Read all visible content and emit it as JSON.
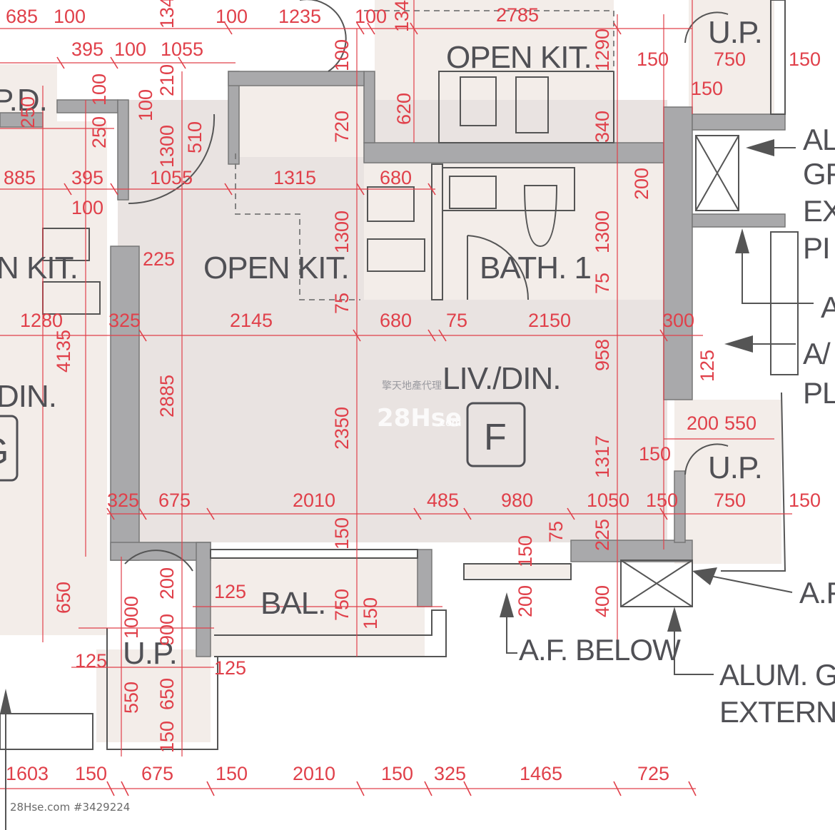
{
  "rooms": {
    "open_kit_top": "OPEN KIT.",
    "open_kit_main": "OPEN KIT.",
    "open_kit_left": "N KIT.",
    "pd": "P.D.",
    "bath": "BATH. 1",
    "liv_din": "LIV./DIN.",
    "din_left": "DIN.",
    "bal": "BAL.",
    "up_top_right": "U.P.",
    "up_mid_right": "U.P.",
    "up_bottom": "U.P."
  },
  "unit_letter": "F",
  "unit_letter_left": "G",
  "notes": {
    "af_below": "A.F. BELOW",
    "alum_line1": "ALUM. G",
    "alum_line2": "EXTERNA",
    "af_right": "A.F",
    "right_al": "AL",
    "right_gr": "GF",
    "right_ex": "EX",
    "right_pi": "PI",
    "right_a1": "A",
    "right_a2": "A/",
    "right_pl": "PL"
  },
  "watermark": {
    "agent": "擎天地產代理",
    "site": "28Hse",
    "domain": ".com",
    "footer": "28Hse.com #3429224"
  },
  "dims": {
    "d0": "685",
    "d1": "100",
    "d2": "134",
    "d3": "100",
    "d4": "1235",
    "d5": "100",
    "d6": "134",
    "d7": "2785",
    "d8": "395",
    "d9": "100",
    "d10": "1055",
    "d11": "210",
    "d12": "100",
    "d13": "1290",
    "d14": "150",
    "d15": "750",
    "d16": "150",
    "d17": "150",
    "d18": "100",
    "d19": "100",
    "d20": "720",
    "d21": "620",
    "d22": "340",
    "d23": "250",
    "d24": "250",
    "d25": "1300",
    "d26": "510",
    "d27": "885",
    "d28": "395",
    "d29": "1055",
    "d30": "1315",
    "d31": "680",
    "d32": "200",
    "d33": "100",
    "d34": "1300",
    "d35": "1300",
    "d36": "225",
    "d37": "75",
    "d38": "75",
    "d39": "1280",
    "d40": "325",
    "d41": "2145",
    "d42": "680",
    "d43": "75",
    "d44": "2150",
    "d45": "300",
    "d46": "4135",
    "d47": "958",
    "d48": "125",
    "d49": "2885",
    "d50": "2350",
    "d51": "200",
    "d52": "550",
    "d53": "150",
    "d54": "1317",
    "d55": "325",
    "d56": "675",
    "d57": "2010",
    "d58": "485",
    "d59": "980",
    "d60": "1050",
    "d61": "150",
    "d62": "750",
    "d63": "150",
    "d64": "150",
    "d65": "75",
    "d66": "225",
    "d67": "150",
    "d68": "200",
    "d69": "125",
    "d70": "650",
    "d71": "750",
    "d72": "1000",
    "d73": "900",
    "d74": "150",
    "d75": "200",
    "d76": "400",
    "d77": "125",
    "d78": "125",
    "d79": "550",
    "d80": "650",
    "d81": "150",
    "d82": "1603",
    "d83": "150",
    "d84": "675",
    "d85": "150",
    "d86": "2010",
    "d87": "150",
    "d88": "325",
    "d89": "1465",
    "d90": "725"
  }
}
